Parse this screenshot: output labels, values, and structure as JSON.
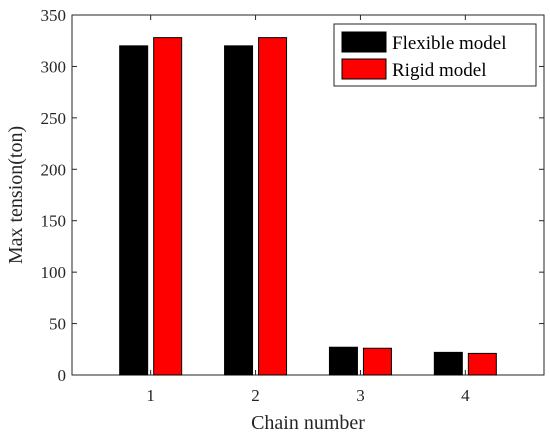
{
  "chart_data": {
    "type": "bar",
    "categories": [
      "1",
      "2",
      "3",
      "4"
    ],
    "series": [
      {
        "name": "Flexible model",
        "values": [
          320,
          320,
          27,
          22
        ],
        "color": "#000000"
      },
      {
        "name": "Rigid model",
        "values": [
          328,
          328,
          26,
          21
        ],
        "color": "#ff0000"
      }
    ],
    "xlabel": "Chain number",
    "ylabel": "Max tension(ton)",
    "ylim": [
      0,
      350
    ],
    "yticks": [
      0,
      50,
      100,
      150,
      200,
      250,
      300,
      350
    ],
    "grid": false,
    "legend": "top-right"
  }
}
